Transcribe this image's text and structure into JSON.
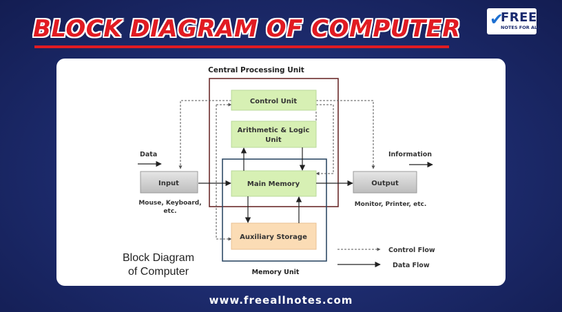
{
  "header": {
    "title": "BLOCK DIAGRAM OF COMPUTER",
    "logo_word": "FREE",
    "logo_sub": "NOTES FOR ALL"
  },
  "diagram": {
    "cpu_label": "Central Processing Unit",
    "control_unit": "Control Unit",
    "alu_line1": "Arithmetic & Logic",
    "alu_line2": "Unit",
    "main_memory": "Main Memory",
    "auxiliary_storage": "Auxiliary Storage",
    "memory_unit_label": "Memory Unit",
    "input": "Input",
    "input_caption_line1": "Mouse, Keyboard,",
    "input_caption_line2": "etc.",
    "output": "Output",
    "output_caption": "Monitor, Printer, etc.",
    "data_label": "Data",
    "information_label": "Information",
    "legend_control_flow": "Control Flow",
    "legend_data_flow": "Data Flow",
    "caption_line1": "Block Diagram",
    "caption_line2": "of Computer"
  },
  "colors": {
    "title_red": "#e11b22",
    "unit_green": "#d7f0b4",
    "storage_orange": "#fbdcb5",
    "io_gray": "#cfcfcf",
    "cpu_border": "#6b2a2a",
    "memory_border": "#2e4a66"
  },
  "footer": {
    "website": "www.freeallnotes.com"
  }
}
